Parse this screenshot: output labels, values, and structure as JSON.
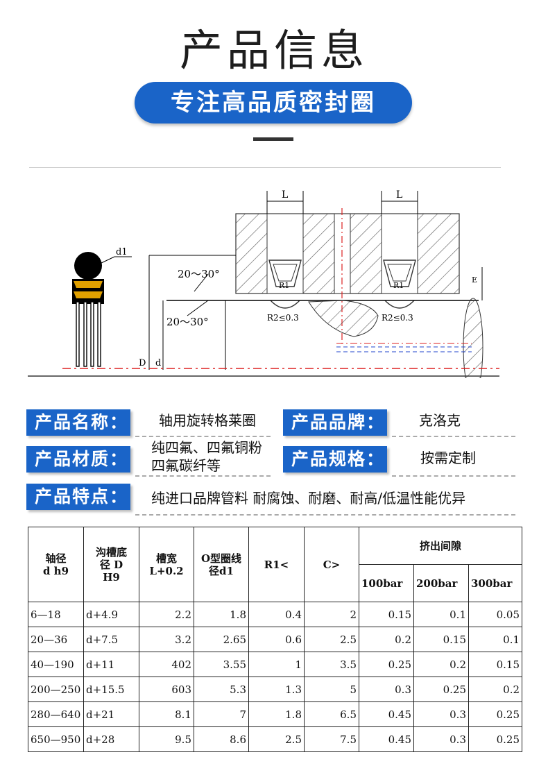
{
  "header": {
    "title": "产品信息",
    "subtitle": "专注高品质密封圈"
  },
  "diagram": {
    "labels": {
      "L_left": "L",
      "L_right": "L",
      "d1": "d1",
      "angle_upper": "20～30°",
      "angle_lower": "20～30°",
      "R1_left": "R1",
      "R1_right": "R1",
      "R2_left": "R2≤0.3",
      "R2_right": "R2≤0.3",
      "D": "D",
      "d": "d",
      "E": "E"
    }
  },
  "info": {
    "name_label": "产品名称：",
    "name_value": "轴用旋转格莱圈",
    "brand_label": "产品品牌：",
    "brand_value": "克洛克",
    "material_label": "产品材质：",
    "material_value_line1": "纯四氟、四氟铜粉",
    "material_value_line2": "四氟碳纤等",
    "spec_label": "产品规格：",
    "spec_value": "按需定制",
    "feature_label": "产品特点：",
    "feature_value": "纯进口品牌管料 耐腐蚀、耐磨、耐高/低温性能优异"
  },
  "table": {
    "headers": {
      "shaft_l1": "轴径",
      "shaft_l2": "d  h9",
      "groove_l1": "沟槽底",
      "groove_l2": "径 D",
      "groove_l3": "H9",
      "width_l1": "槽宽",
      "width_l2": "L+0.2",
      "oring_l1": "O型圈线",
      "oring_l2": "径d1",
      "r1": "R1<",
      "c": "C>",
      "extrusion": "挤出间隙",
      "bar100": "100bar",
      "bar200": "200bar",
      "bar300": "300bar"
    },
    "rows": [
      {
        "shaft": "6—18",
        "groove": "d+4.9",
        "width": "2.2",
        "oring": "1.8",
        "r1": "0.4",
        "c": "2",
        "b100": "0.15",
        "b200": "0.1",
        "b300": "0.05"
      },
      {
        "shaft": "20—36",
        "groove": "d+7.5",
        "width": "3.2",
        "oring": "2.65",
        "r1": "0.6",
        "c": "2.5",
        "b100": "0.2",
        "b200": "0.15",
        "b300": "0.1"
      },
      {
        "shaft": "40—190",
        "groove": "d+11",
        "width": "402",
        "oring": "3.55",
        "r1": "1",
        "c": "3.5",
        "b100": "0.25",
        "b200": "0.2",
        "b300": "0.15"
      },
      {
        "shaft": "200—250",
        "groove": "d+15.5",
        "width": "603",
        "oring": "5.3",
        "r1": "1.3",
        "c": "5",
        "b100": "0.3",
        "b200": "0.25",
        "b300": "0.2"
      },
      {
        "shaft": "280—640",
        "groove": "d+21",
        "width": "8.1",
        "oring": "7",
        "r1": "1.8",
        "c": "6.5",
        "b100": "0.45",
        "b200": "0.3",
        "b300": "0.25"
      },
      {
        "shaft": "650—950",
        "groove": "d+28",
        "width": "9.5",
        "oring": "8.6",
        "r1": "2.5",
        "c": "7.5",
        "b100": "0.45",
        "b200": "0.3",
        "b300": "0.25"
      }
    ]
  }
}
